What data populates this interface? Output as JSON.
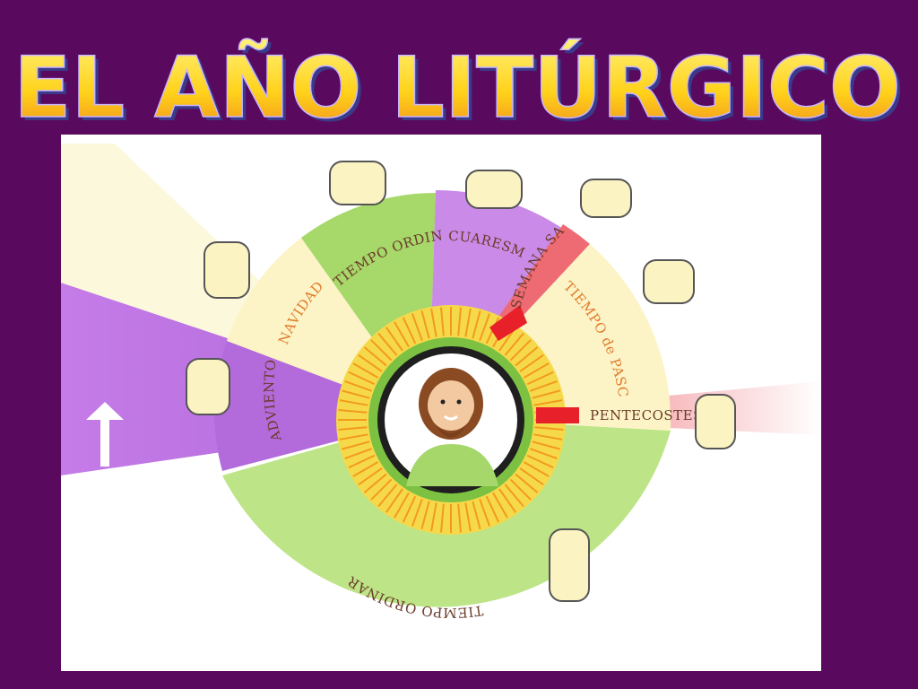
{
  "slide": {
    "title": "EL AÑO LITÚRGICO"
  },
  "diagram": {
    "center": "jesus-portrait",
    "segments": [
      {
        "label": "ADVIENTO",
        "color": "#b36bdc"
      },
      {
        "label": "NAVIDAD",
        "color": "#fbf6cf"
      },
      {
        "label": "TIEMPO ORDINARIO",
        "color": "#a7d86a"
      },
      {
        "label": "CUARESMA",
        "color": "#c98ae8"
      },
      {
        "label": "SEMANA SANTA",
        "color": "#ef6b74"
      },
      {
        "label": "TIEMPO de PASCUA",
        "color": "#fbf6cf"
      },
      {
        "label": "PENTECOSTES",
        "color": "#f07f86"
      },
      {
        "label": "TIEMPO ORDINARIO",
        "color": "#b9e07e"
      }
    ],
    "start_marker": "up-arrow-icon"
  }
}
